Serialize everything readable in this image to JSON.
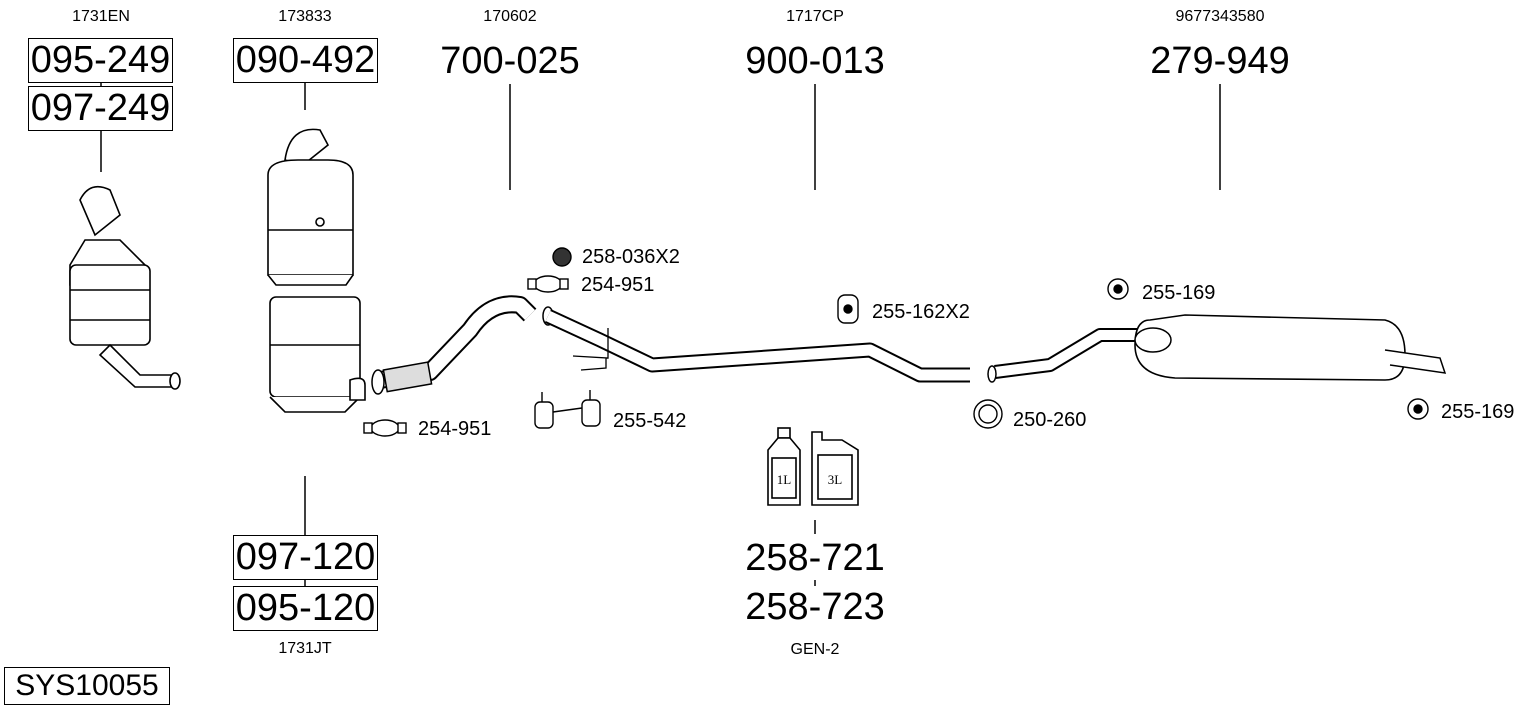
{
  "columns": [
    {
      "ref": "1731EN",
      "parts": [
        "095-249",
        "097-249"
      ]
    },
    {
      "ref": "173833",
      "parts": [
        "090-492"
      ]
    },
    {
      "ref": "170602",
      "parts": [
        "700-025"
      ]
    },
    {
      "ref": "1717CP",
      "parts": [
        "900-013"
      ]
    },
    {
      "ref": "9677343580",
      "parts": [
        "279-949"
      ]
    }
  ],
  "lower_left": {
    "ref": "1731JT",
    "parts": [
      "097-120",
      "095-120"
    ]
  },
  "lower_center": {
    "ref": "GEN-2",
    "parts": [
      "258-721",
      "258-723"
    ],
    "bottle_small": "1L",
    "bottle_large": "3L"
  },
  "accessories": {
    "nut": "258-036X2",
    "clamp_upper": "254-951",
    "clamp_lower": "254-951",
    "hanger_mid": "255-162X2",
    "hanger_bracket": "255-542",
    "clamp_rear": "250-260",
    "hanger_rear_top": "255-169",
    "hanger_rear_end": "255-169"
  },
  "system_code": "SYS10055"
}
